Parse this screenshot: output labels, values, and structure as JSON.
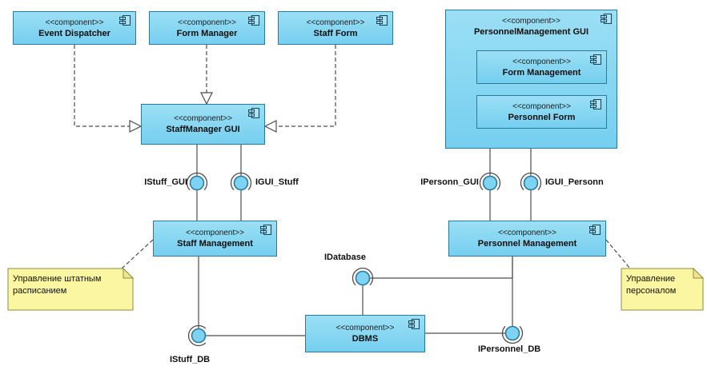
{
  "stereotype": "<<component>>",
  "components": {
    "event_dispatcher": "Event Dispatcher",
    "form_manager": "Form Manager",
    "staff_form": "Staff Form",
    "personnel_management_gui": "PersonnelManagement GUI",
    "form_management": "Form Management",
    "personnel_form": "Personnel Form",
    "staffmanager_gui": "StaffManager GUI",
    "staff_management": "Staff Management",
    "personnel_management": "Personnel Management",
    "dbms": "DBMS"
  },
  "interfaces": {
    "istuff_gui": "IStuff_GUI",
    "igui_stuff": "IGUI_Stuff",
    "ipersonn_gui": "IPersonn_GUI",
    "igui_personn": "IGUI_Personn",
    "idatabase": "IDatabase",
    "istuff_db": "IStuff_DB",
    "ipersonnel_db": "IPersonnel_DB"
  },
  "notes": {
    "staff": "Управление штатным расписанием",
    "personnel": "Управление персоналом"
  },
  "colors": {
    "component_fill": "#7DD3F1",
    "component_border": "#2B7A9B",
    "note_fill": "#FBF6A2",
    "note_border": "#8E8E46",
    "line": "#4D4D4D"
  }
}
